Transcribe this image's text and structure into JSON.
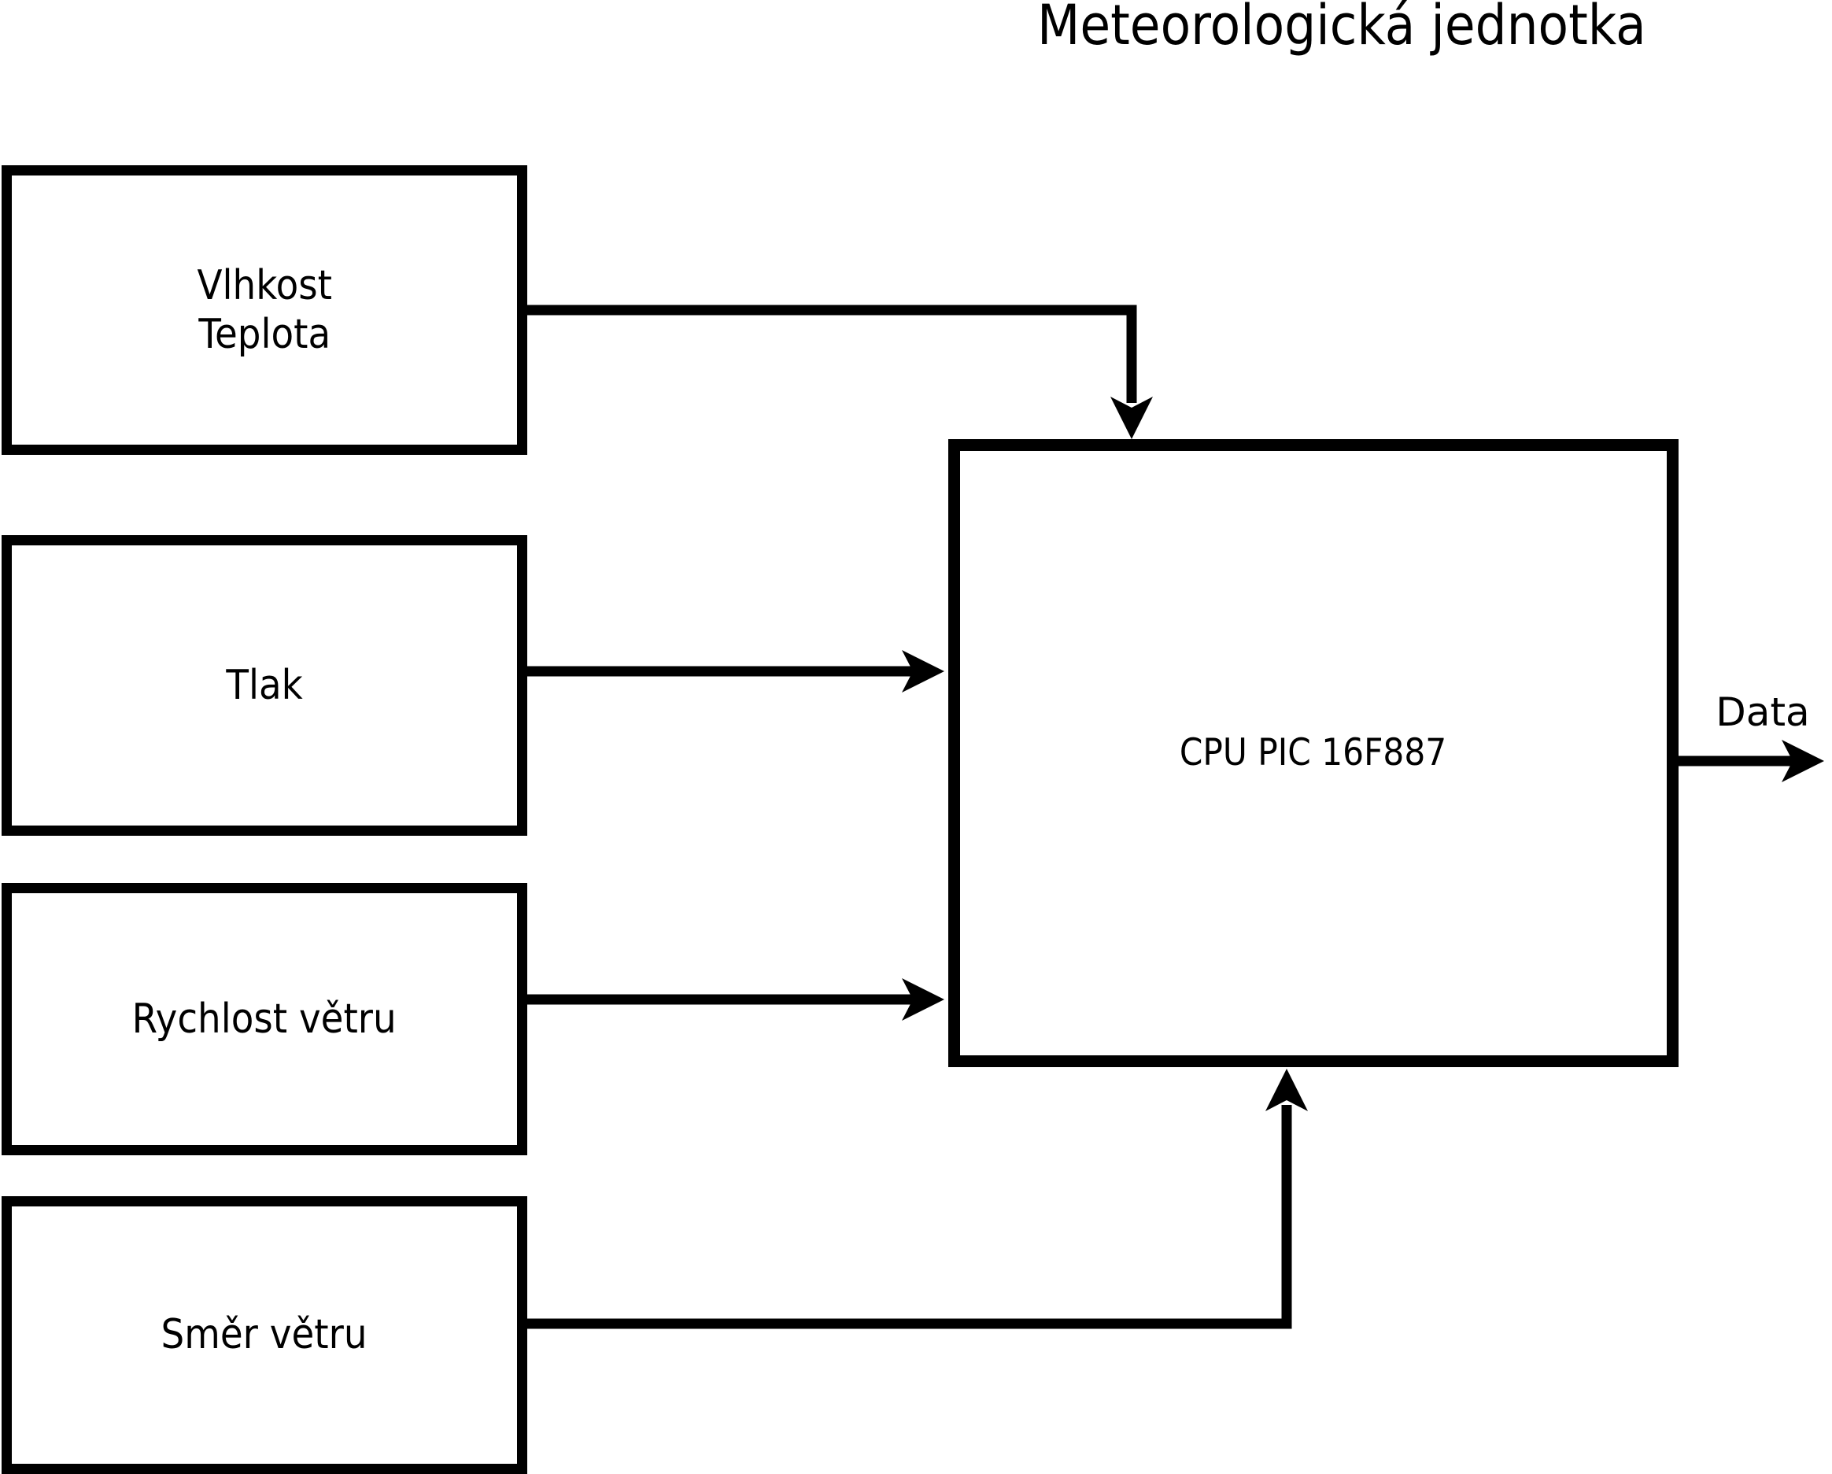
{
  "title": "Meteorologická jednotka",
  "sensors": [
    {
      "name": "vlhkost-teplota",
      "lines": [
        "Vlhkost",
        "Teplota"
      ]
    },
    {
      "name": "tlak",
      "lines": [
        "Tlak"
      ]
    },
    {
      "name": "rychlost-vetru",
      "lines": [
        "Rychlost větru"
      ]
    },
    {
      "name": "smer-vetru",
      "lines": [
        "Směr větru"
      ]
    }
  ],
  "cpu_label": "CPU PIC 16F887",
  "output_label": "Data",
  "colors": {
    "stroke": "#000000",
    "background": "#ffffff"
  }
}
